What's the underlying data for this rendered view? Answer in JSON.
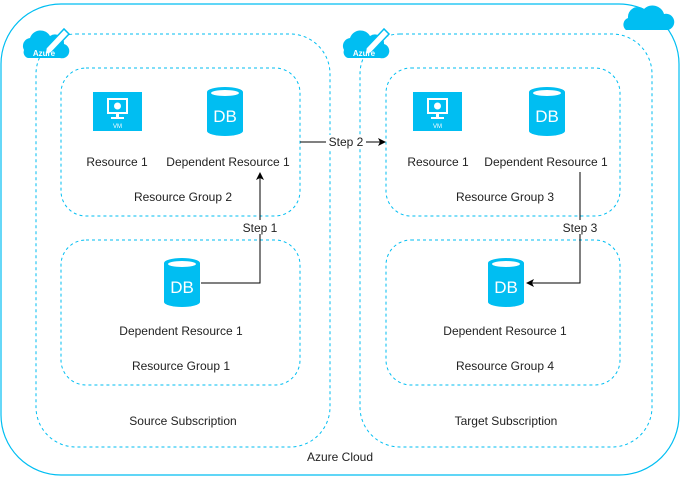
{
  "colors": {
    "azure": "#00BEF2",
    "line": "#000000",
    "text": "#222222"
  },
  "cloud": {
    "label": "Azure Cloud",
    "icon": "cloud-icon"
  },
  "azure_badge": "Azure",
  "subscriptions": [
    {
      "label": "Source Subscription",
      "groups": [
        {
          "label": "Resource Group 2",
          "resources": [
            {
              "type": "vm",
              "label": "Resource 1",
              "icon_text": "VM"
            },
            {
              "type": "db",
              "label": "Dependent Resource 1",
              "icon_text": "DB"
            }
          ]
        },
        {
          "label": "Resource Group 1",
          "resources": [
            {
              "type": "db",
              "label": "Dependent Resource 1",
              "icon_text": "DB"
            }
          ]
        }
      ]
    },
    {
      "label": "Target Subscription",
      "groups": [
        {
          "label": "Resource Group 3",
          "resources": [
            {
              "type": "vm",
              "label": "Resource 1",
              "icon_text": "VM"
            },
            {
              "type": "db",
              "label": "Dependent Resource 1",
              "icon_text": "DB"
            }
          ]
        },
        {
          "label": "Resource Group 4",
          "resources": [
            {
              "type": "db",
              "label": "Dependent Resource 1",
              "icon_text": "DB"
            }
          ]
        }
      ]
    }
  ],
  "steps": [
    "Step 1",
    "Step 2",
    "Step 3"
  ]
}
